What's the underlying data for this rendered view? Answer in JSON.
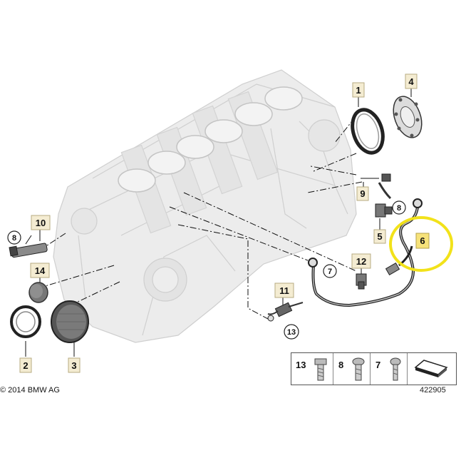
{
  "callouts": {
    "c1": "1",
    "c2": "2",
    "c3": "3",
    "c4": "4",
    "c5": "5",
    "c6": "6",
    "c9": "9",
    "c10": "10",
    "c11": "11",
    "c12": "12",
    "c14": "14"
  },
  "circled": {
    "c7": "7",
    "c8a": "8",
    "c8b": "8",
    "c13": "13"
  },
  "legend": {
    "n13": "13",
    "n8": "8",
    "n7": "7"
  },
  "copyright": "© 2014 BMW AG",
  "diagram_number": "422905",
  "colors": {
    "highlight_ring": "#f2e21a",
    "highlight_box": "#f6e27a",
    "callout_box": "#f4ecd2",
    "line": "#111111",
    "engine_fill": "#ececec",
    "engine_stroke": "#c9c9c9"
  }
}
